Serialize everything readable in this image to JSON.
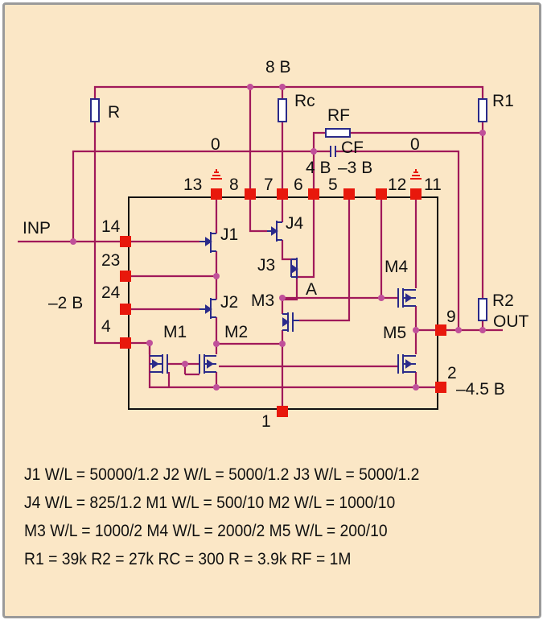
{
  "labels": {
    "supply_pos": "8 В",
    "r": "R",
    "rc": "Rc",
    "r1": "R1",
    "rf": "RF",
    "cf": "CF",
    "zero_left": "0",
    "zero_right": "0",
    "bias_4": "4 В",
    "bias_minus3": "–3 В",
    "inp": "INP",
    "bias_minus2": "–2 В",
    "j1": "J1",
    "j2": "J2",
    "j3": "J3",
    "j4": "J4",
    "m1": "M1",
    "m2": "M2",
    "m3": "M3",
    "m4": "M4",
    "m5": "M5",
    "node_a": "A",
    "r2": "R2",
    "out": "OUT",
    "supply_neg": "–4.5 В"
  },
  "pins": {
    "p13": "13",
    "p8": "8",
    "p7": "7",
    "p6": "6",
    "p5": "5",
    "p12": "12",
    "p11": "11",
    "p14": "14",
    "p23": "23",
    "p24": "24",
    "p4": "4",
    "p9": "9",
    "p2": "2",
    "p1": "1"
  },
  "specs": [
    "J1 W/L = 50000/1.2 J2 W/L = 5000/1.2  J3 W/L = 5000/1.2",
    "J4 W/L = 825/1.2 M1 W/L = 500/10  M2 W/L = 1000/10",
    "M3 W/L = 1000/2 M4 W/L = 2000/2 M5 W/L = 200/10",
    "R1 = 39k R2 = 27k  RC = 300 R = 3.9k RF = 1M"
  ],
  "colors": {
    "wire": "#a0195a",
    "pad": "#e8180c",
    "dot": "#c0509a",
    "resistor": "#2a2a8a",
    "device": "#2a2a8a",
    "background": "#fbe7c6",
    "border": "#9a9a9a"
  }
}
